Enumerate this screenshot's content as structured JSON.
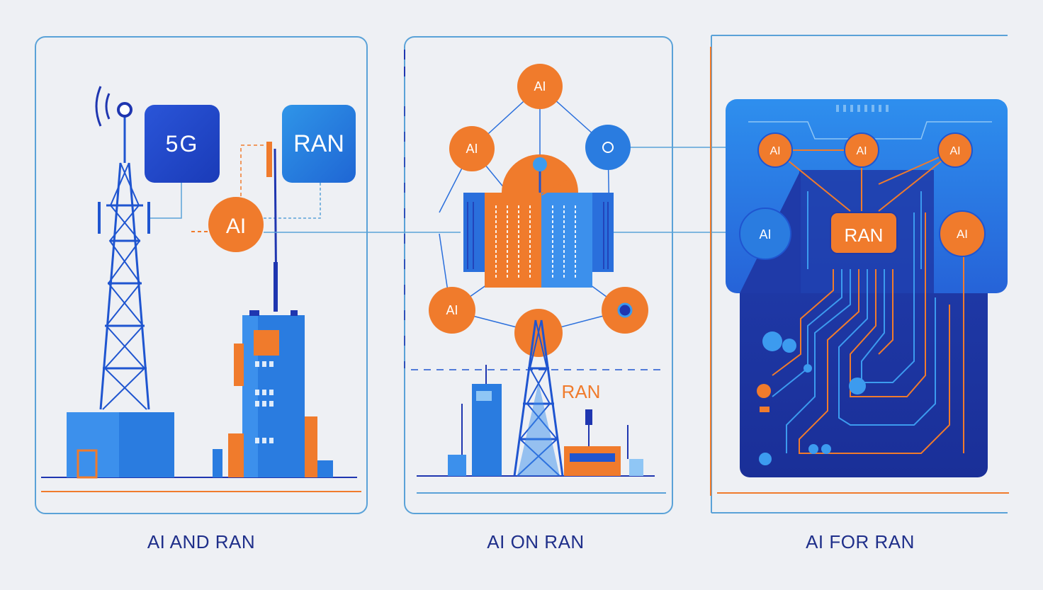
{
  "panels": [
    {
      "caption": "AI AND RAN",
      "badges": {
        "g5": "5G",
        "ran": "RAN",
        "ai": "AI"
      }
    },
    {
      "caption": "AI ON RAN",
      "nodes": {
        "top": "AI",
        "left": "AI",
        "bottom_left": "AI"
      },
      "site_label": "RAN"
    },
    {
      "caption": "AI FOR RAN",
      "nodes": {
        "a": "AI",
        "b": "AI",
        "c": "AI",
        "left": "AI",
        "right": "AI"
      },
      "chip_label": "RAN"
    }
  ],
  "colors": {
    "orange": "#f07b2c",
    "blue": "#2a6fdc",
    "deep_blue": "#1f36b0",
    "navy": "#1f2f8a",
    "frame": "#5aa2d8"
  }
}
